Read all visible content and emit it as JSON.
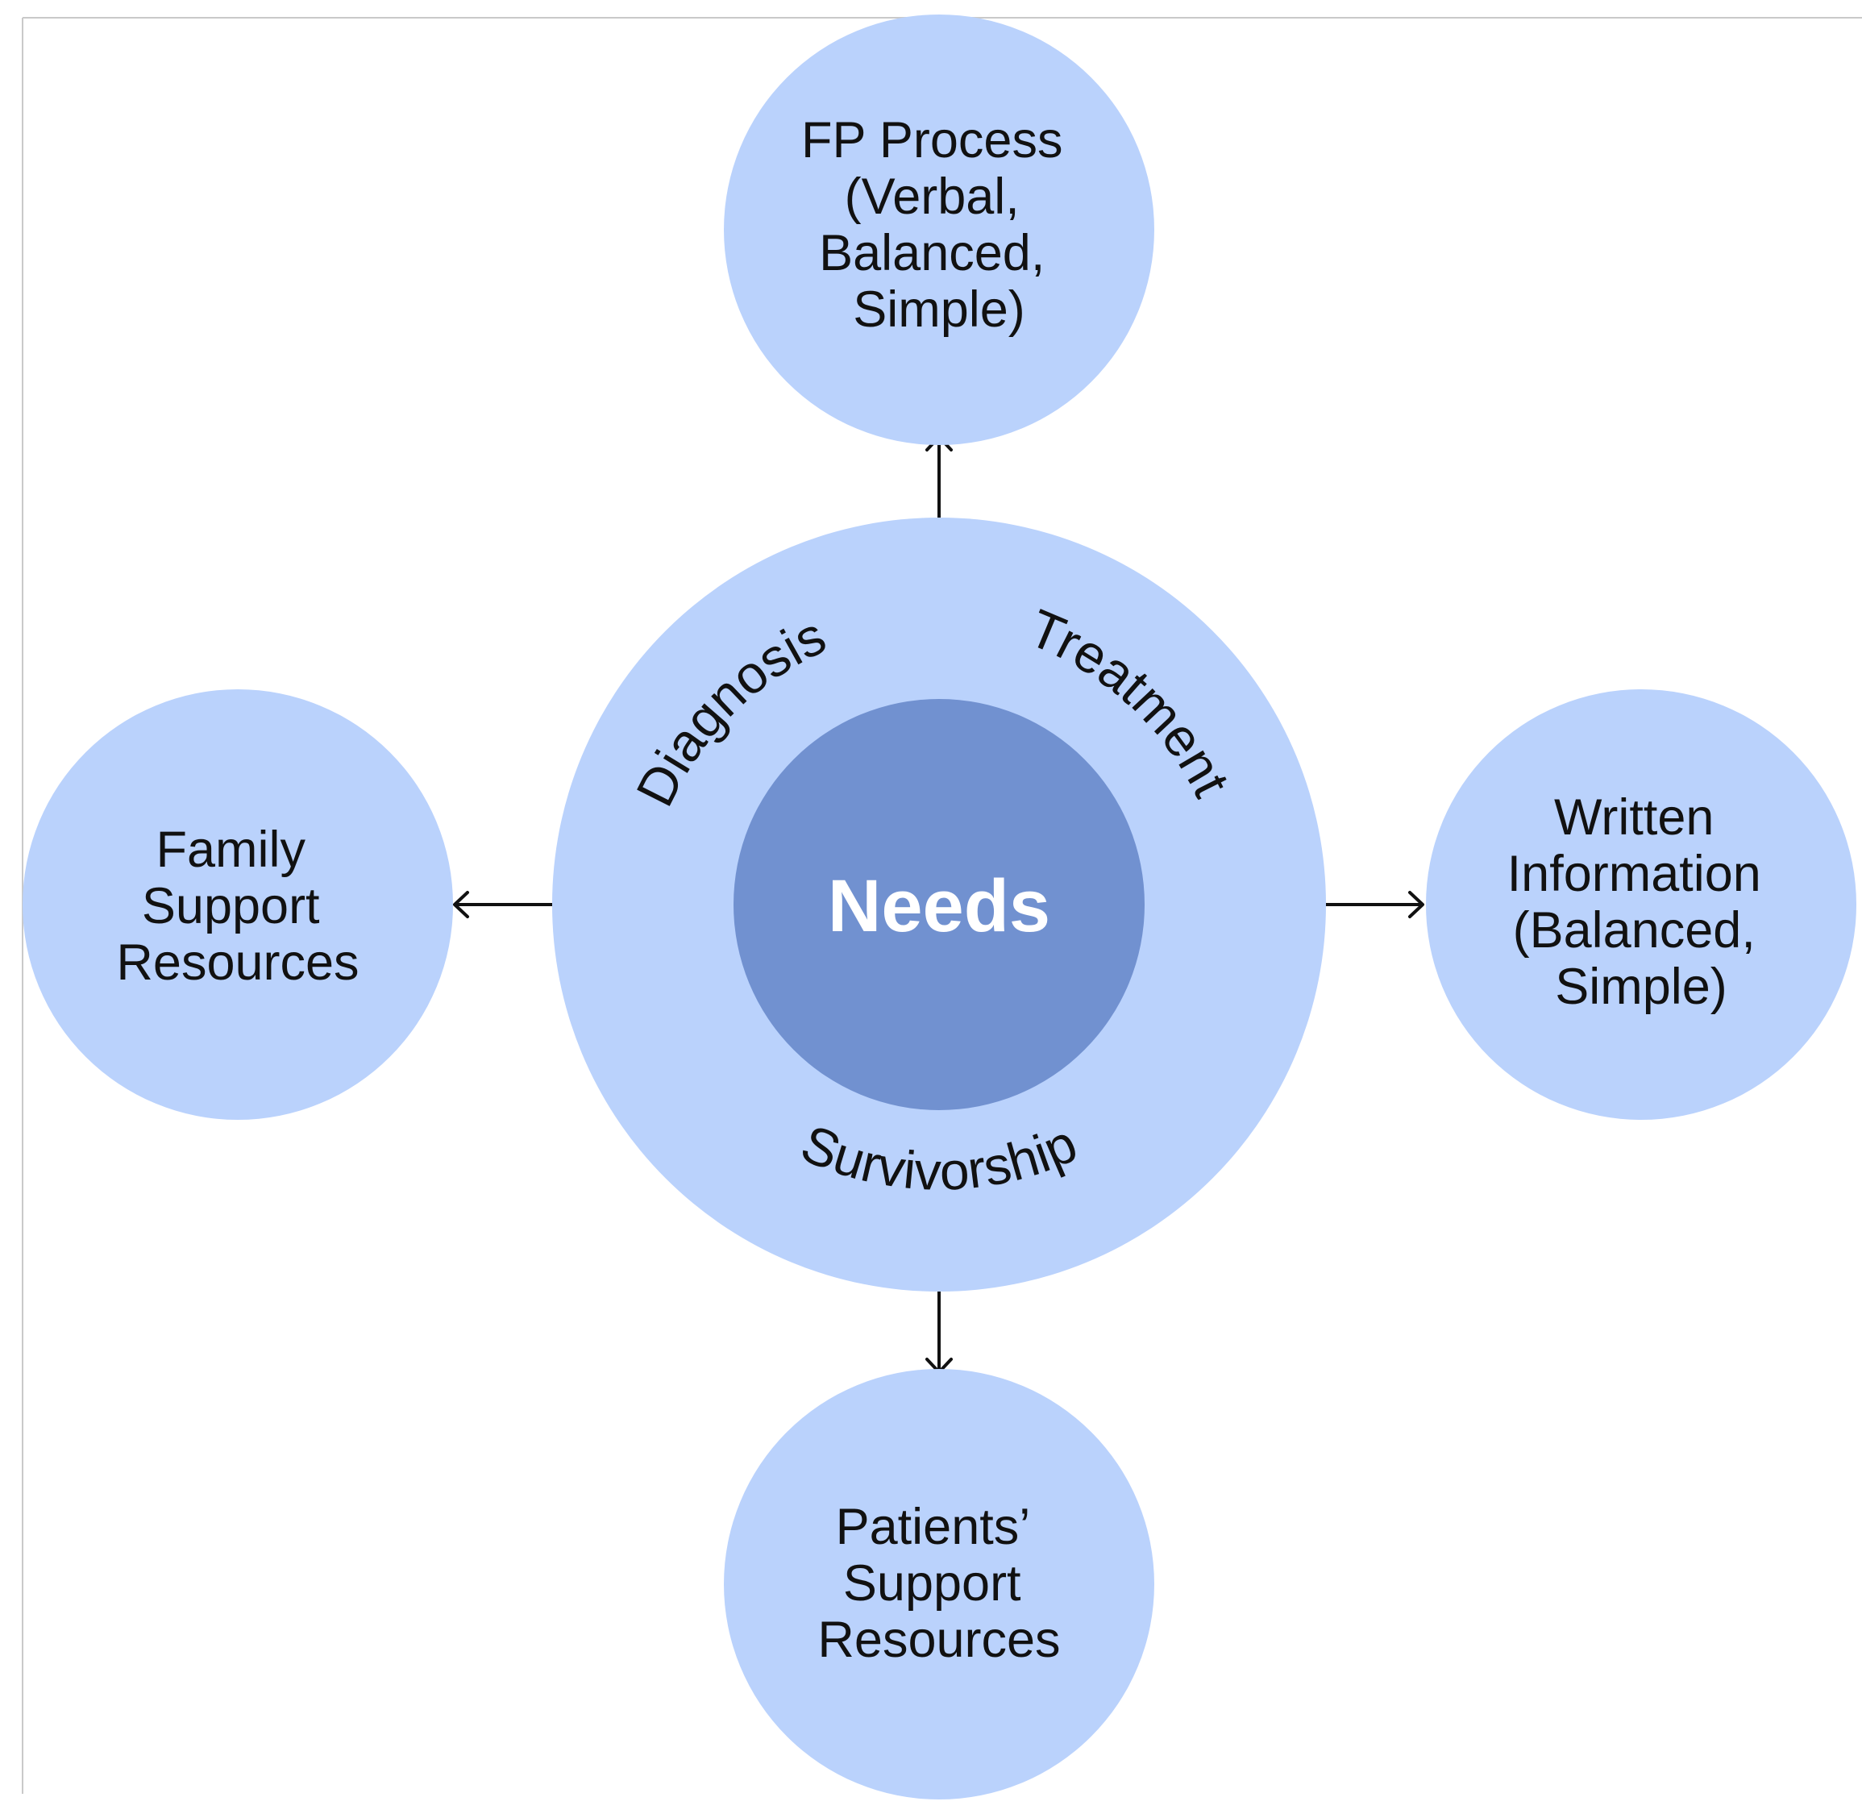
{
  "colors": {
    "satellite_fill": "#bad2fc",
    "ring_fill": "#bad2fc",
    "core_fill": "#7191d0",
    "core_text": "#ffffff",
    "text": "#111111",
    "arrow": "#111111"
  },
  "center": {
    "label": "Needs",
    "phases": {
      "diagnosis": "Diagnosis",
      "treatment": "Treatment",
      "survivorship": "Survivorship"
    }
  },
  "nodes": {
    "top": {
      "lines": [
        "FP Process",
        "(Verbal,",
        "Balanced,",
        "Simple)"
      ]
    },
    "right": {
      "lines": [
        "Written",
        "Information",
        "(Balanced,",
        "Simple)"
      ]
    },
    "bottom": {
      "lines": [
        "Patients’",
        "Support",
        "Resources"
      ]
    },
    "left": {
      "lines": [
        "Family",
        "Support",
        "Resources"
      ]
    }
  }
}
